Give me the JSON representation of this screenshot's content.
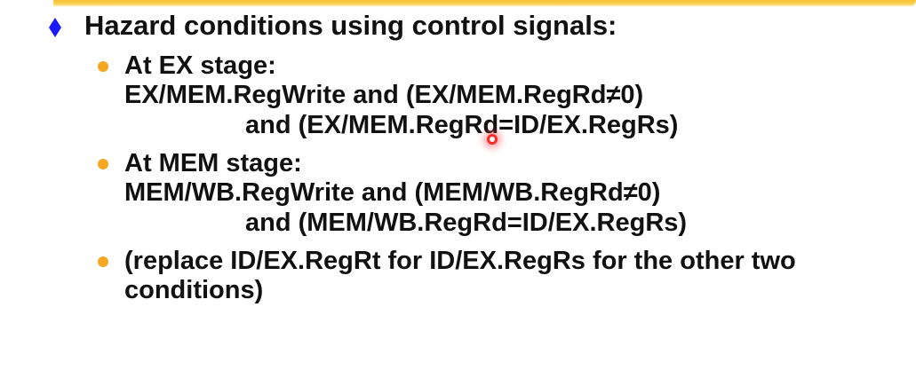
{
  "title": "Hazard conditions using control signals:",
  "bullets": [
    {
      "label": "At EX stage:",
      "lines": [
        "EX/MEM.RegWrite and (EX/MEM.RegRd≠0)",
        "and (EX/MEM.RegRd=ID/EX.RegRs)"
      ]
    },
    {
      "label": "At MEM stage:",
      "lines": [
        "MEM/WB.RegWrite and (MEM/WB.RegRd≠0)",
        "and (MEM/WB.RegRd=ID/EX.RegRs)"
      ]
    },
    {
      "label": "(replace ID/EX.RegRt for ID/EX.RegRs for the other two",
      "lines": [
        "conditions)"
      ]
    }
  ],
  "colors": {
    "accent_bar": "#f7c531",
    "diamond": "#1a1aff",
    "bullet": "#f5a623",
    "cursor": "#ff2a2a"
  }
}
